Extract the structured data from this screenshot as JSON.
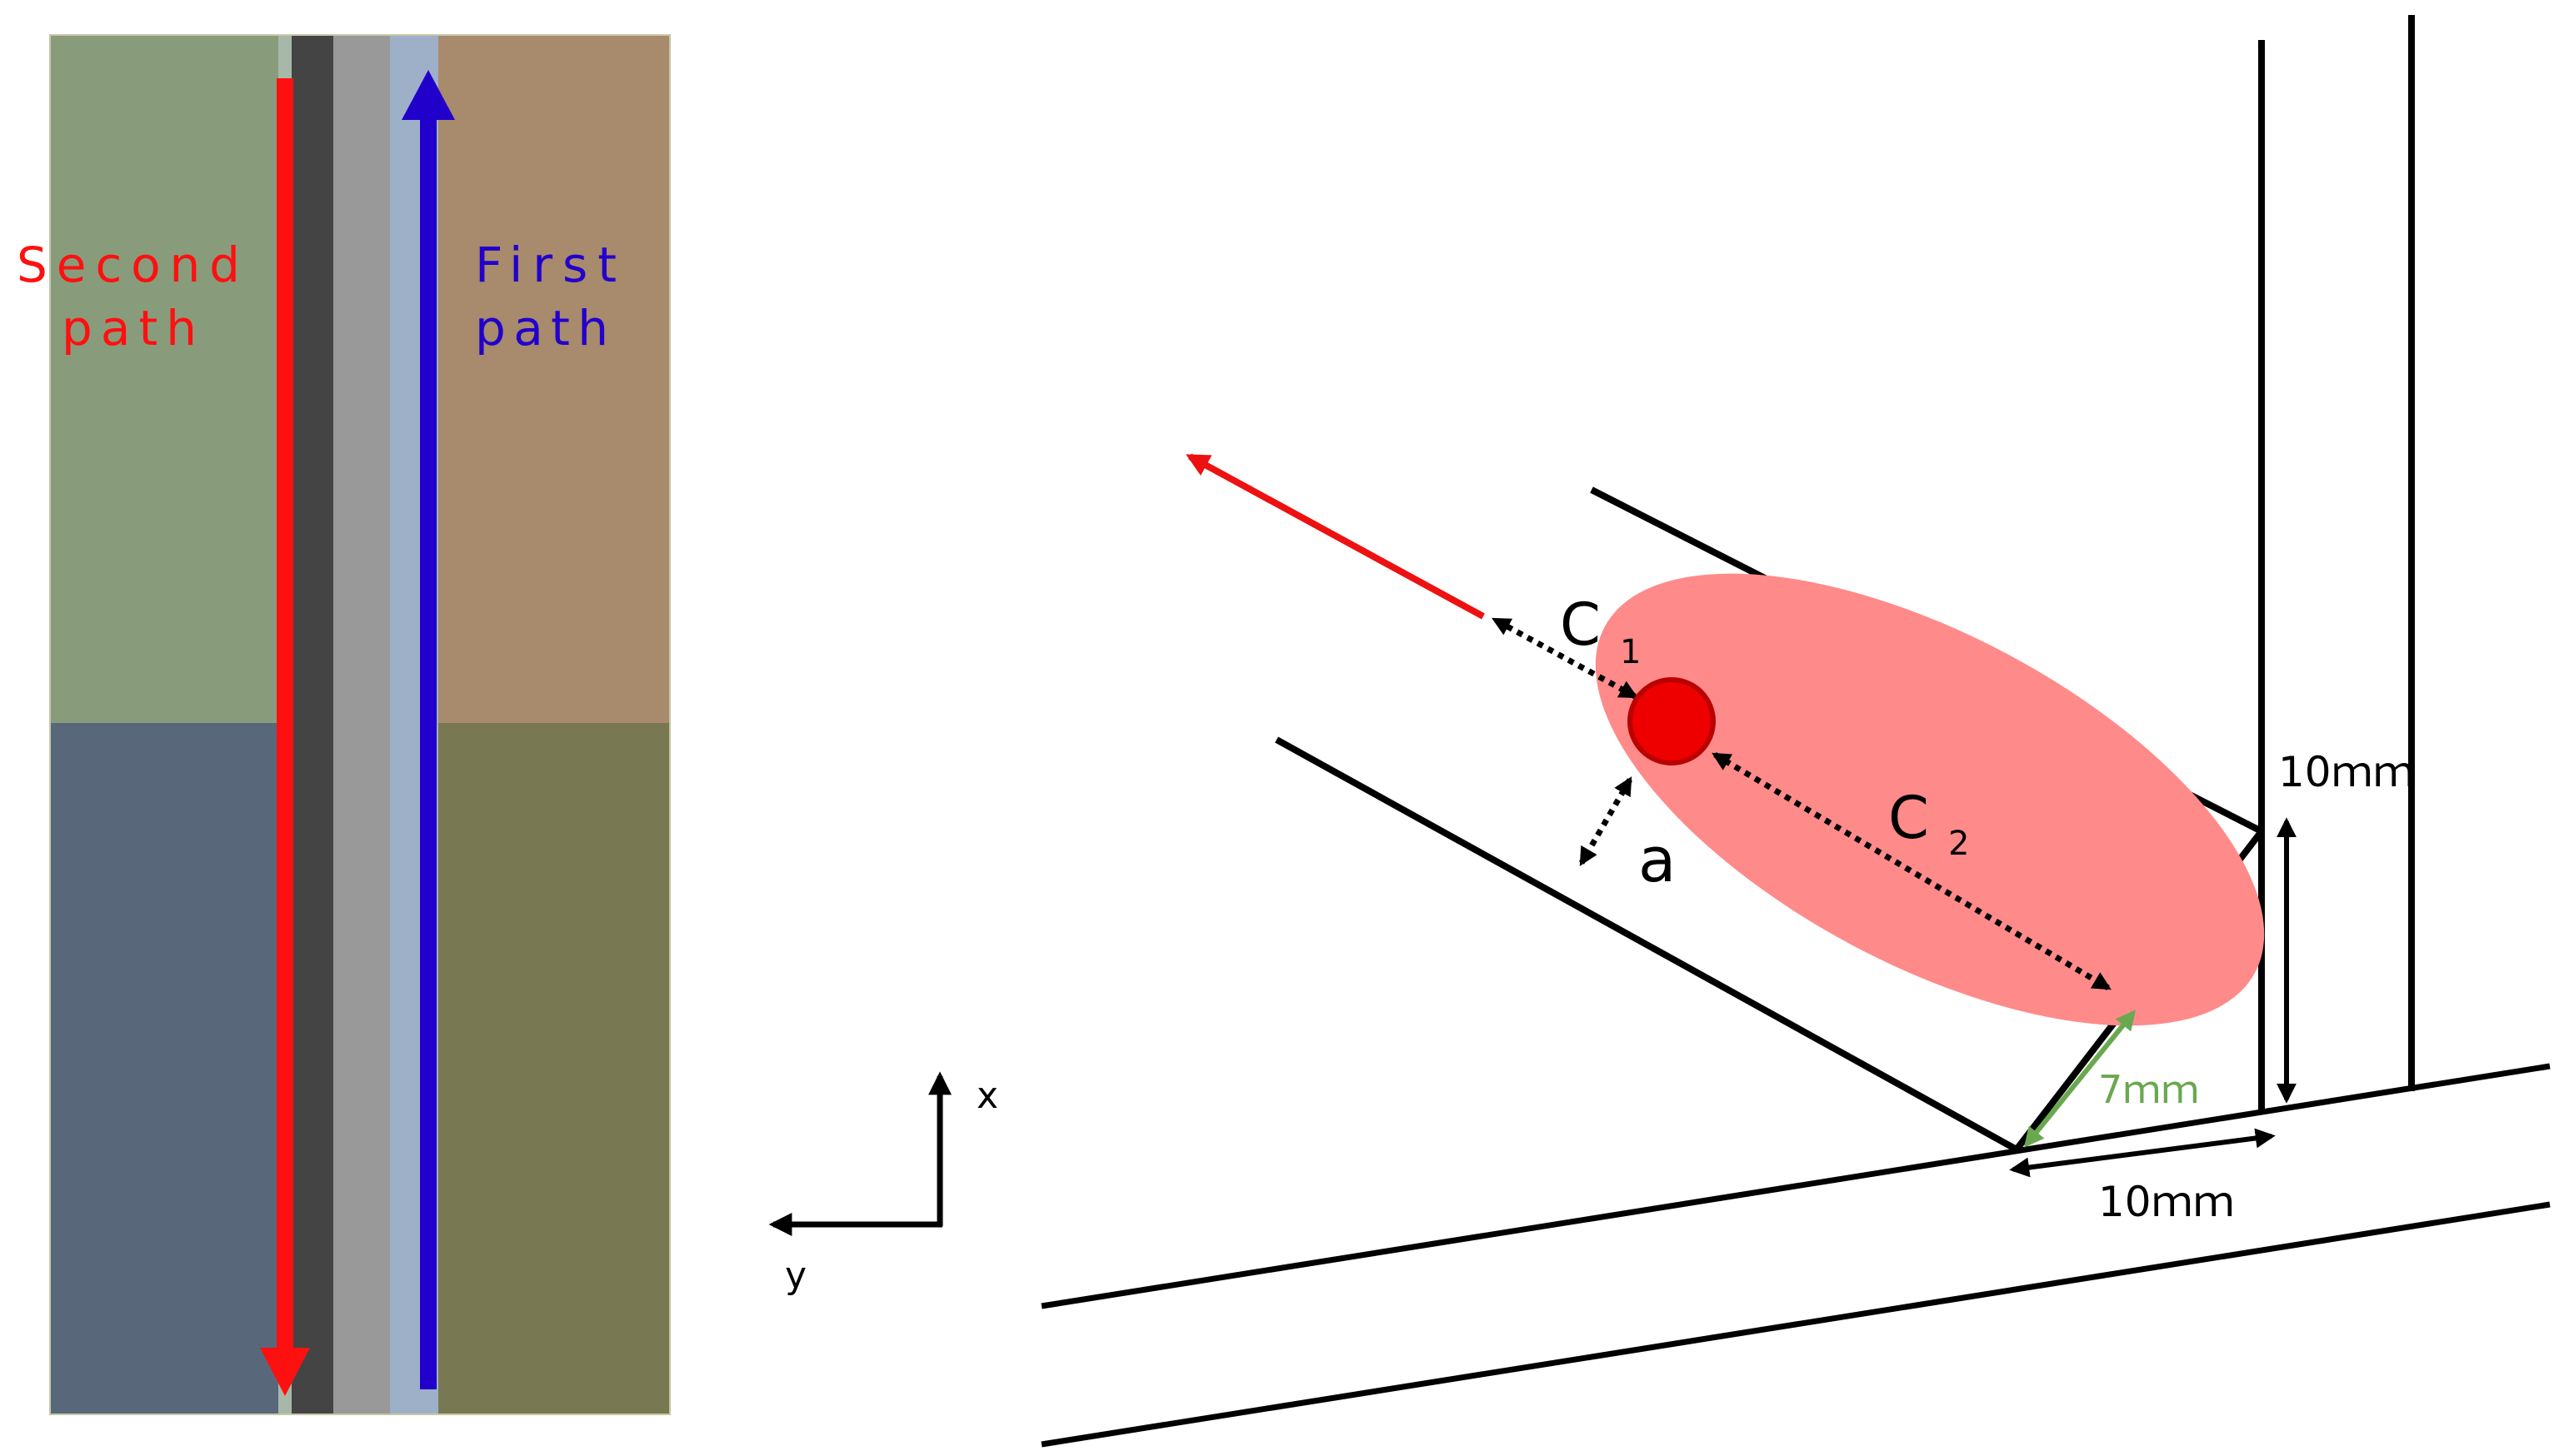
{
  "left_panel": {
    "second_path_label": [
      "Second",
      "path"
    ],
    "first_path_label": [
      "First",
      "path"
    ],
    "colors": {
      "top_left_block": "#889c7c",
      "bottom_left_block": "#58687a",
      "top_right_block": "#a88a6c",
      "bottom_right_block": "#787852",
      "dark_strip": "#444444",
      "mid_strip": "#999999",
      "light_strip": "#9eb0c8",
      "second_path_arrow": "#ff1010",
      "first_path_arrow": "#2200cc"
    }
  },
  "axes": {
    "x_label": "x",
    "y_label": "y"
  },
  "right_panel": {
    "labels": {
      "c1": "C",
      "c1_sub": "1",
      "c2": "C",
      "c2_sub": "2",
      "a": "a",
      "dim_vertical": "10ｍｍ",
      "dim_horizontal": "10ｍｍ",
      "dim_diagonal": "7ｍｍ"
    },
    "colors": {
      "ellipse_fill": "#ff8a8a",
      "dot_fill": "#ee0000",
      "dot_stroke": "#bb0000",
      "direction_arrow": "#ee1111",
      "diagonal_dim": "#6aa84f",
      "lines": "#000000"
    }
  }
}
